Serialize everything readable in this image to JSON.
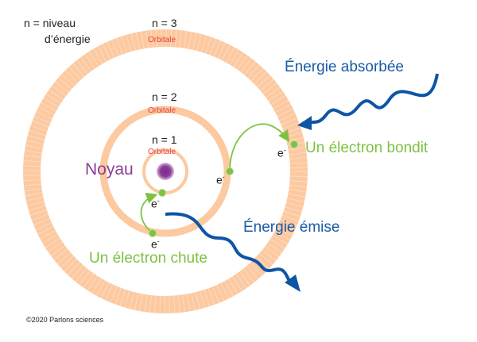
{
  "legend": {
    "line1": "n = niveau",
    "line2": "d’énergie"
  },
  "levels": [
    {
      "label": "n = 3",
      "orbital": "Orbitale"
    },
    {
      "label": "n = 2",
      "orbital": "Orbitale"
    },
    {
      "label": "n = 1",
      "orbital": "Orbitale"
    }
  ],
  "nucleus": "Noyau",
  "electron_label": "e-",
  "electron_symbol": "e",
  "electron_charge": "-",
  "energy_absorbed": "Énergie absorbée",
  "energy_emitted": "Énergie émise",
  "electron_jumps": "Un électron bondit",
  "electron_falls": "Un électron chute",
  "copyright": "©2020 Parlons sciences",
  "colors": {
    "orbit": "#fcc9a0",
    "electron": "#7dc242",
    "nucleus": "#8b3d99",
    "wave": "#0d55a6",
    "orbital_text": "#e8423a"
  }
}
